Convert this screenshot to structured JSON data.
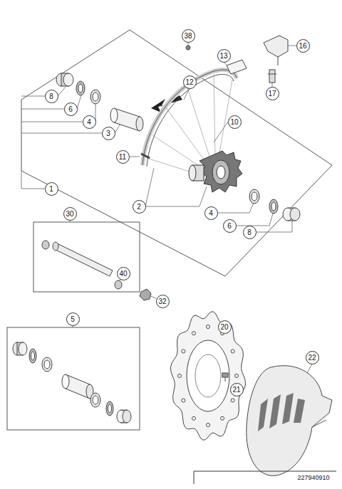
{
  "diagram": {
    "labels": [
      "38",
      "16",
      "13",
      "17",
      "12",
      "8",
      "6",
      "4",
      "3",
      "10",
      "11",
      "1",
      "2",
      "4",
      "6",
      "8",
      "30",
      "40",
      "32",
      "5",
      "20",
      "21",
      "22",
      "227940910"
    ]
  }
}
